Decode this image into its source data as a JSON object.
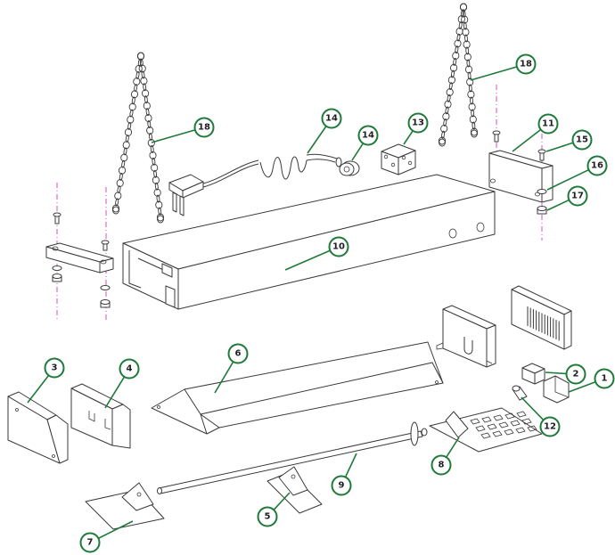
{
  "diagram": {
    "type": "exploded-parts-view",
    "colors": {
      "callout_ring": "#1f7a3a",
      "axis_line": "#d04fcf",
      "part_outline": "#3a3a3a"
    },
    "callouts": [
      "18",
      "14",
      "14",
      "13",
      "18",
      "11",
      "15",
      "16",
      "17",
      "10",
      "1",
      "2",
      "12",
      "3",
      "4",
      "6",
      "8",
      "9",
      "5",
      "7"
    ]
  }
}
